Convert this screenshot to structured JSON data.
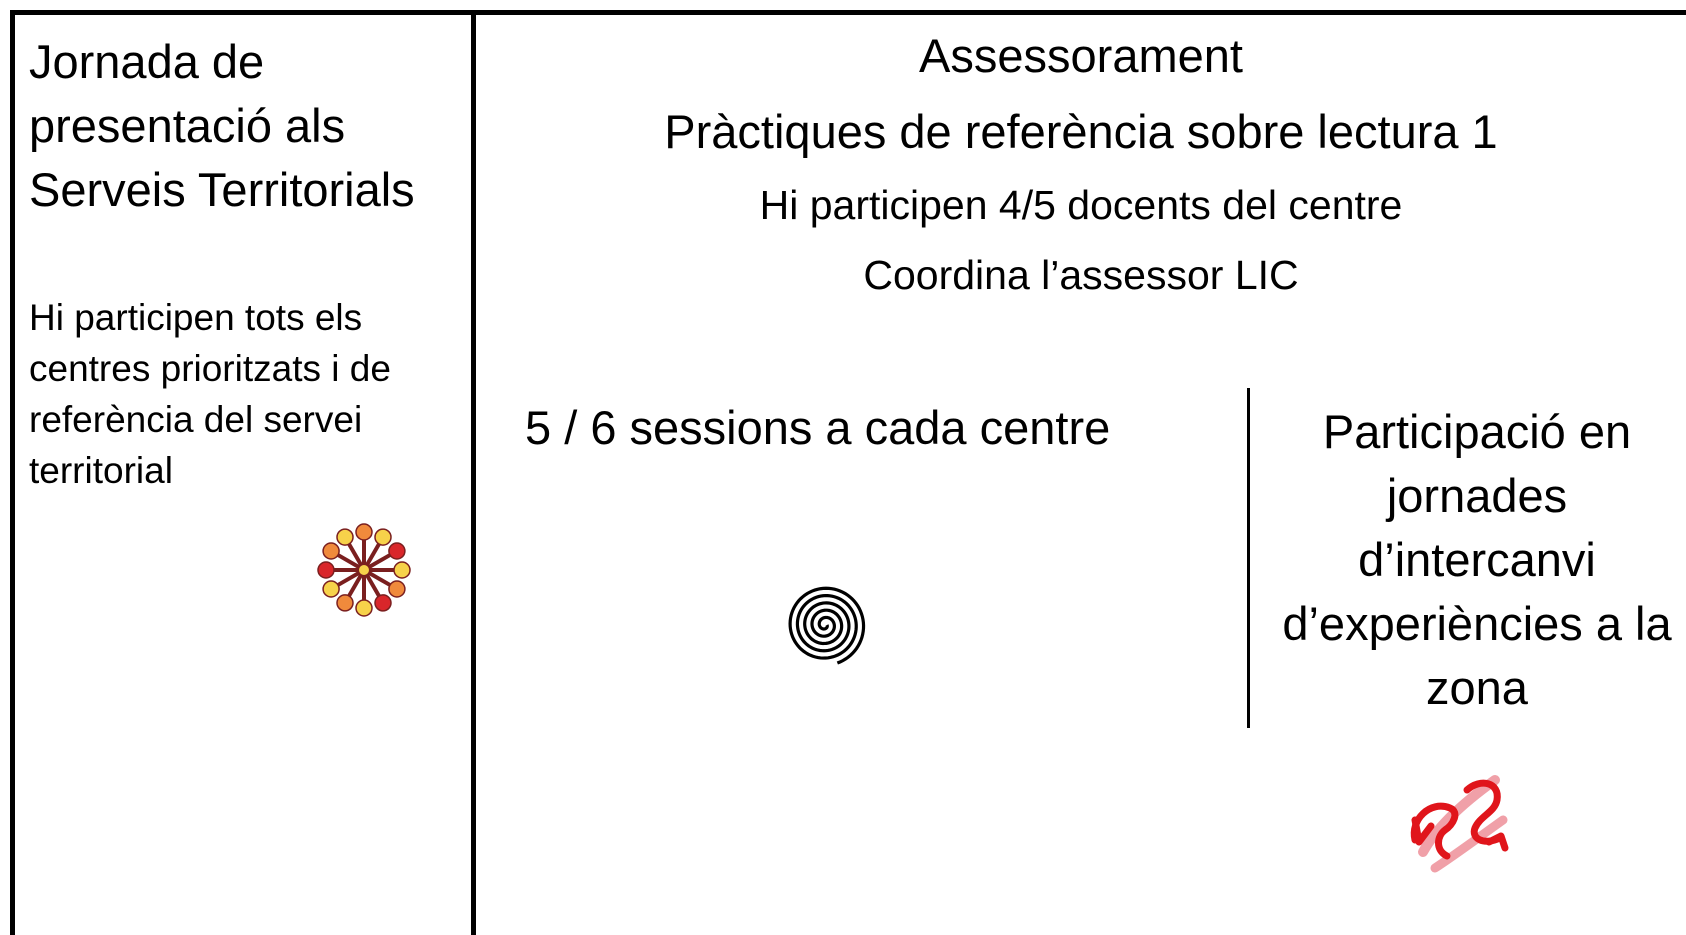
{
  "left_panel": {
    "title": "Jornada de presentació als Serveis Territorials",
    "description": "Hi participen tots els centres prioritzats i de referència del servei territorial"
  },
  "right_panel": {
    "heading": "Assessorament",
    "subheading": "Pràctiques de referència sobre lectura 1",
    "participants": "Hi participen 4/5 docents del centre",
    "coordinator": "Coordina l’assessor LIC",
    "sessions": "5 / 6 sessions a cada centre",
    "exchange": "Participació en jornades d’intercanvi d’experiències a la zona"
  },
  "icons": {
    "network": "network-flower-icon",
    "spiral": "spiral-icon",
    "exchange": "exchange-arrows-icon"
  },
  "colors": {
    "line": "#000000",
    "flower_spokes": "#7a1f1f",
    "flower_orange": "#f08a3c",
    "flower_yellow": "#f7d24a",
    "flower_red": "#d9262a",
    "arrows_red": "#e0151b",
    "arrows_pink": "#f0a0a8"
  }
}
